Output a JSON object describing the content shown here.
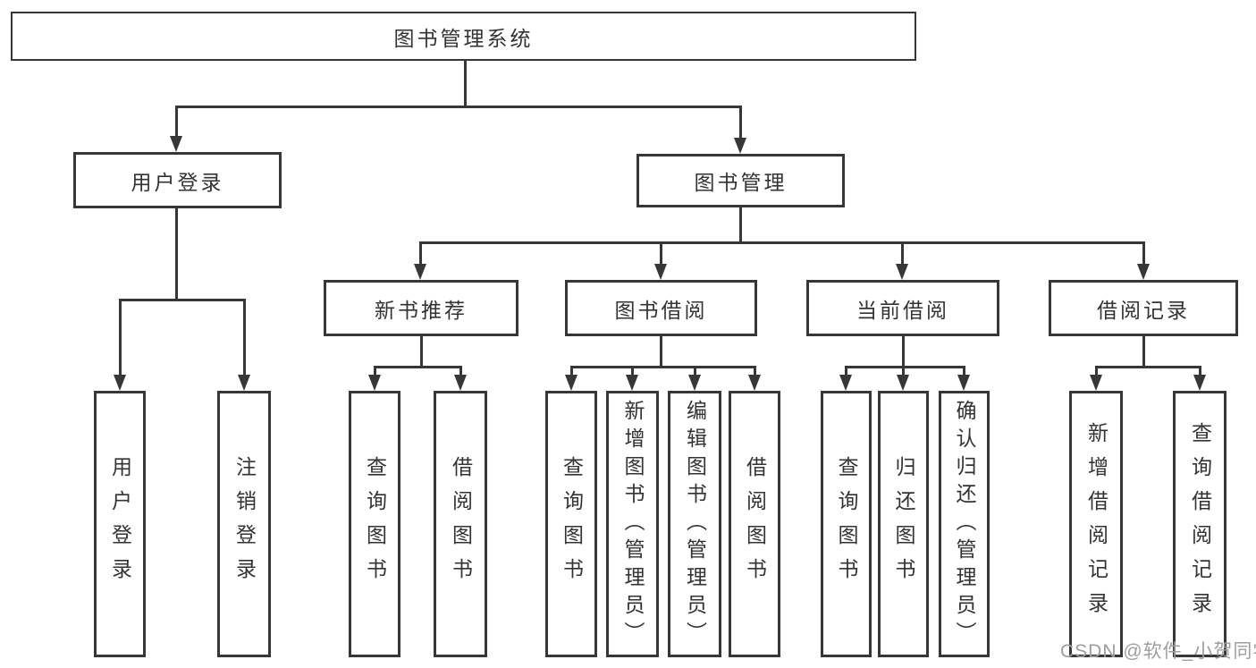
{
  "tree": {
    "root": {
      "label": "图书管理系统",
      "children": [
        {
          "label": "用户登录",
          "children": [
            {
              "label": "用户登录"
            },
            {
              "label": "注销登录"
            }
          ]
        },
        {
          "label": "图书管理",
          "children": [
            {
              "label": "新书推荐",
              "children": [
                {
                  "label": "查询图书"
                },
                {
                  "label": "借阅图书"
                }
              ]
            },
            {
              "label": "图书借阅",
              "children": [
                {
                  "label": "查询图书"
                },
                {
                  "label": "新增图书（管理员）"
                },
                {
                  "label": "编辑图书（管理员）"
                },
                {
                  "label": "借阅图书"
                }
              ]
            },
            {
              "label": "当前借阅",
              "children": [
                {
                  "label": "查询图书"
                },
                {
                  "label": "归还图书"
                },
                {
                  "label": "确认归还（管理员）"
                }
              ]
            },
            {
              "label": "借阅记录",
              "children": [
                {
                  "label": "新增借阅记录"
                },
                {
                  "label": "查询借阅记录"
                }
              ]
            }
          ]
        }
      ]
    }
  },
  "watermark": {
    "text": "CSDN @软件_小贺同学"
  },
  "colors": {
    "line": "#373737",
    "text": "#333333",
    "watermark": "#9e9e9e",
    "background": "#ffffff"
  }
}
